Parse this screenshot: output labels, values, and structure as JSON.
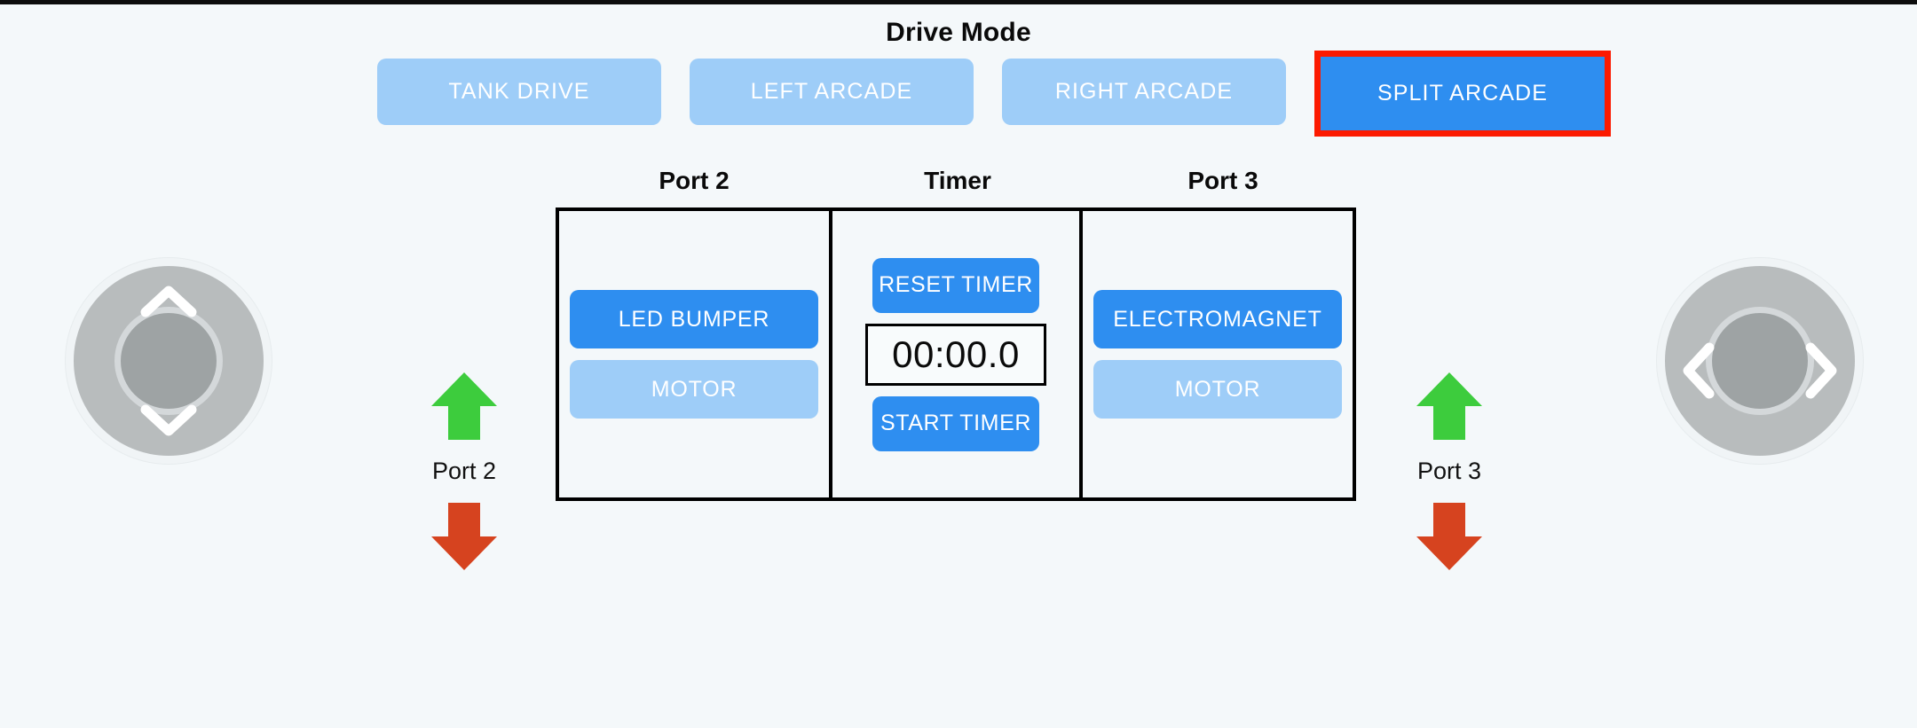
{
  "page": {
    "background_color": "#f4f8fa"
  },
  "drive_mode": {
    "title": "Drive Mode",
    "active_color": "#2e8ef0",
    "inactive_color": "#9ecdf8",
    "highlight_color": "#fc1a00",
    "options": [
      {
        "label": "TANK DRIVE",
        "active": false
      },
      {
        "label": "LEFT ARCADE",
        "active": false
      },
      {
        "label": "RIGHT ARCADE",
        "active": false
      },
      {
        "label": "SPLIT ARCADE",
        "active": true
      }
    ]
  },
  "panels": {
    "port2": {
      "label": "Port 2",
      "buttons": [
        {
          "label": "LED BUMPER",
          "state": "enabled"
        },
        {
          "label": "MOTOR",
          "state": "muted"
        }
      ]
    },
    "timer": {
      "label": "Timer",
      "reset_label": "RESET TIMER",
      "start_label": "START TIMER",
      "value": "00:00.0"
    },
    "port3": {
      "label": "Port 3",
      "buttons": [
        {
          "label": "ELECTROMAGNET",
          "state": "enabled"
        },
        {
          "label": "MOTOR",
          "state": "muted"
        }
      ]
    }
  },
  "indicators": {
    "left": {
      "label": "Port 2",
      "up_color": "#3dcc3d",
      "down_color": "#d6431f"
    },
    "right": {
      "label": "Port 3",
      "up_color": "#3dcc3d",
      "down_color": "#d6431f"
    }
  },
  "joysticks": {
    "left": {
      "axis": "vertical",
      "base_color": "#b8bcbd",
      "knob_color": "#9ea3a4"
    },
    "right": {
      "axis": "horizontal",
      "base_color": "#b8bcbd",
      "knob_color": "#9ea3a4"
    }
  }
}
